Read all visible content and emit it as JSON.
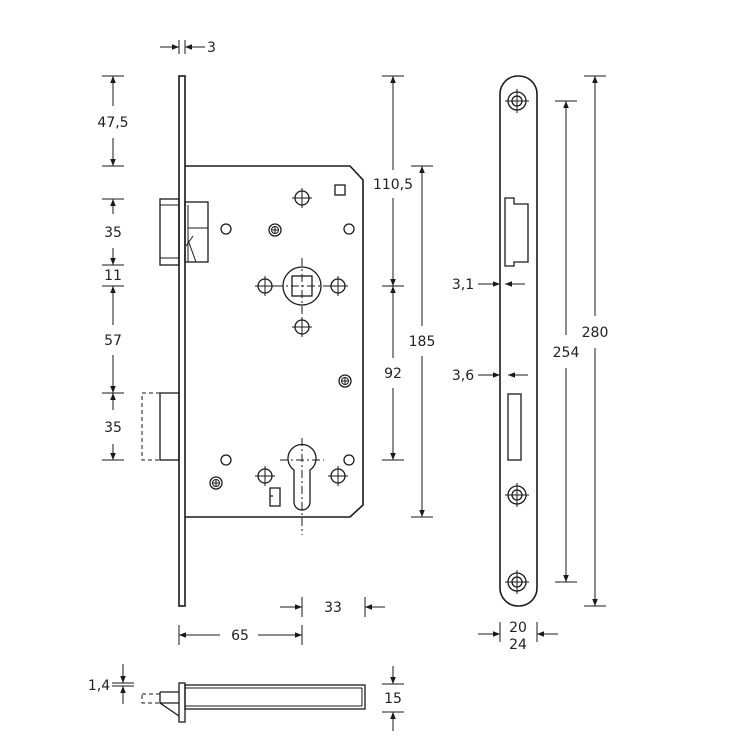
{
  "drawing": {
    "title": "Mortise lock dimensional drawing",
    "colors": {
      "line": "#1a1a1a",
      "background": "#ffffff"
    },
    "dims": {
      "faceplate_thickness": "3",
      "top_to_latch": "47,5",
      "latch_height": "35",
      "latch_gap": "11",
      "latch_to_bolt": "57",
      "bolt_height": "35",
      "top_to_spindle": "110,5",
      "spindle_to_cylinder": "92",
      "body_height": "185",
      "backset": "65",
      "cylinder_to_back": "33",
      "forend_latch_offset": "3,1",
      "forend_bolt_offset": "3,6",
      "strike_screw_distance": "254",
      "forend_length": "280",
      "forend_width_inner": "20",
      "forend_width_outer": "24",
      "plate_thickness": "1,4",
      "body_depth": "15"
    }
  }
}
